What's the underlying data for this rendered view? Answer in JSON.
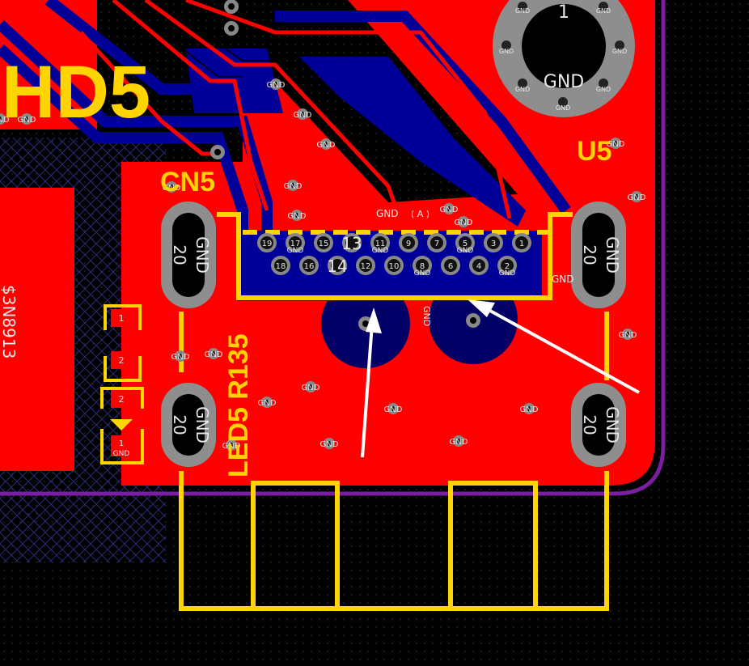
{
  "colors": {
    "background": "#000000",
    "top_copper": "#ff0000",
    "bottom_copper": "#000099",
    "silkscreen": "#ffd400",
    "board_outline": "#7b1fa2",
    "pad_gray": "#8e8e8e",
    "annotation_arrow": "#ffffff"
  },
  "silkscreen": {
    "large_ref": "HD5",
    "connector": "CN5",
    "mount_hole": "U5",
    "vertical_ref": "LED5 R135",
    "left_vertical": "$3N8913",
    "led_pin1": "1",
    "led_pin2": "2",
    "diode_pin2": "2",
    "diode_pin1": "1",
    "diode_net": "GND"
  },
  "hole": {
    "pin": "1",
    "net": "GND",
    "ring_net": "GND"
  },
  "slots": [
    {
      "net": "GND",
      "num": "20"
    },
    {
      "net": "GND",
      "num": "20"
    },
    {
      "net": "GND",
      "num": "20"
    },
    {
      "net": "GND",
      "num": "20"
    }
  ],
  "header": {
    "top_row": [
      "19",
      "17",
      "15",
      "13",
      "11",
      "9",
      "7",
      "5",
      "3",
      "1"
    ],
    "bottom_row": [
      "18",
      "16",
      "14",
      "12",
      "10",
      "8",
      "6",
      "4",
      "2"
    ],
    "top_nets": [
      "",
      "GND",
      "",
      "",
      "GND",
      "",
      "",
      "GND",
      "",
      ""
    ],
    "bottom_nets": [
      "",
      "",
      "",
      "",
      "",
      "GND",
      "",
      "",
      "GND"
    ]
  },
  "net_labels": {
    "gnd": "GND",
    "misc": "( A )"
  }
}
